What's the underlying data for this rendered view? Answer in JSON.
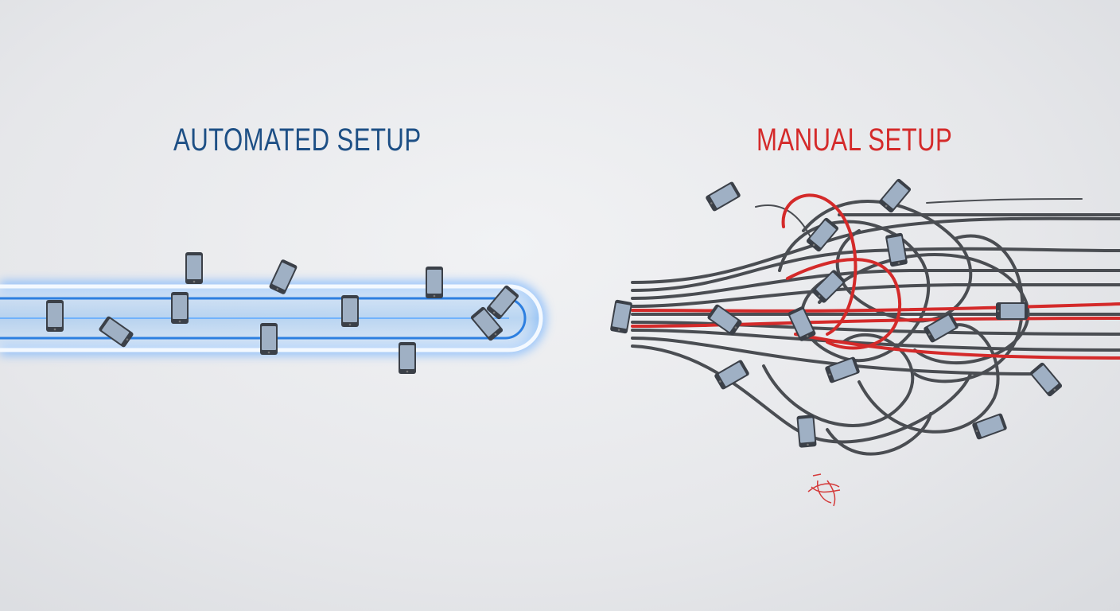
{
  "left_panel": {
    "title": "AUTOMATED SETUP",
    "accent_color": "#1d4f85"
  },
  "right_panel": {
    "title": "MANUAL SETUP",
    "accent_color": "#d42a2a"
  },
  "icons": [
    "smartphone-icon",
    "cable-icon",
    "conveyor-pipe"
  ]
}
